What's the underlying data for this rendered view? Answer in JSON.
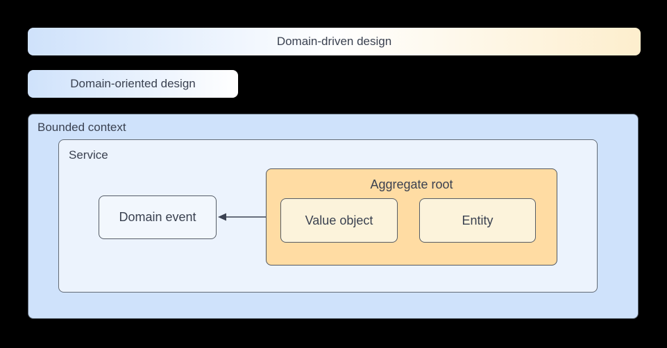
{
  "background_color": "#000000",
  "text_color": "#3a4150",
  "banners": {
    "ddd": {
      "label": "Domain-driven design",
      "gradient": {
        "left": "#cfe2fb",
        "middle": "#ffffff",
        "right": "#fdeecd"
      }
    },
    "dod": {
      "label": "Domain-oriented design",
      "gradient": {
        "left": "#cfe2fb",
        "right": "#ffffff"
      }
    }
  },
  "bounded_context": {
    "label": "Bounded context",
    "fill": "#cfe2fb",
    "service": {
      "label": "Service",
      "fill": "#ecf3fd",
      "domain_event": {
        "label": "Domain event",
        "fill": "#f2f7fd"
      },
      "aggregate_root": {
        "label": "Aggregate root",
        "fill": "#ffdca3",
        "value_object": {
          "label": "Value object",
          "fill": "#fcf3db"
        },
        "entity": {
          "label": "Entity",
          "fill": "#fcf3db"
        }
      },
      "arrow": {
        "from": "aggregate_root",
        "to": "domain_event",
        "direction": "left",
        "color": "#3b4252"
      }
    }
  }
}
